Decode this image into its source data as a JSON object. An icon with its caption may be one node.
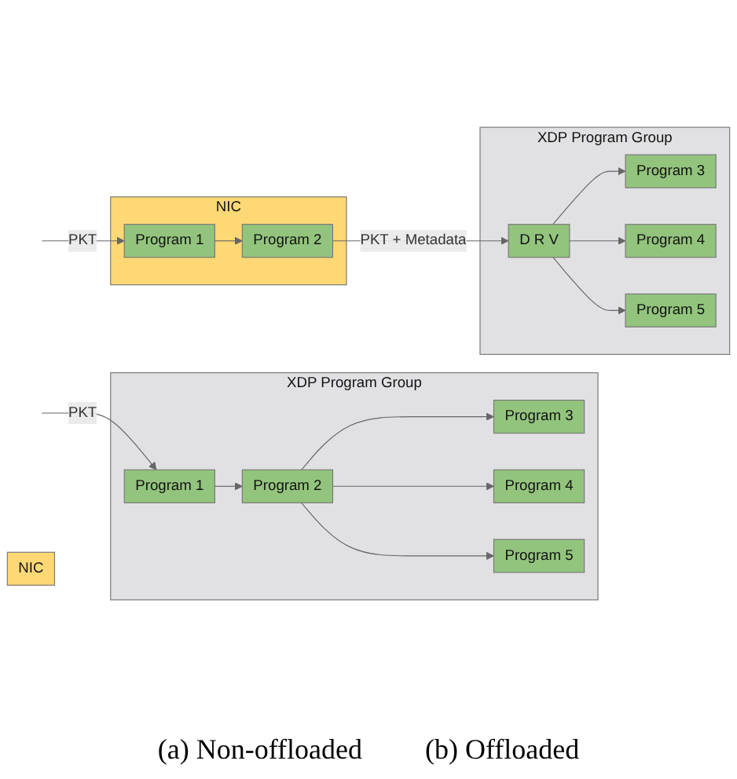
{
  "diagram": {
    "nodes": [
      {
        "text": [
          "NIC"
        ]
      },
      {
        "text": [
          "XDP Program Group"
        ]
      },
      {
        "text": [
          "Program 1"
        ],
        "in": 1
      },
      {
        "text": [
          "Program 2"
        ],
        "in": 1
      },
      {
        "text": [
          "Program 3"
        ],
        "in": 1
      },
      {
        "text": [
          "Program 4"
        ],
        "in": 1
      },
      {
        "text": [
          "Program 5"
        ],
        "in": 1
      },
      {
        "text": [
          "NIC"
        ]
      },
      {
        "text": [
          "Program 1"
        ],
        "in": 7
      },
      {
        "text": [
          "Program 2"
        ],
        "in": 7
      },
      {
        "text": [
          "XDP Program Group"
        ]
      },
      {
        "text": [
          "D R V"
        ],
        "in": 10
      },
      {
        "text": [
          "Program 3"
        ],
        "in": 10
      },
      {
        "text": [
          "Program 4"
        ],
        "in": 10
      },
      {
        "text": [
          "Program 5"
        ],
        "in": 10
      }
    ],
    "edges": [
      {
        "from": null,
        "to": 2,
        "arrow": "to",
        "label": "PKT"
      },
      {
        "from": 2,
        "to": 3,
        "arrow": "to"
      },
      {
        "from": 3,
        "to": 4,
        "arrow": "to"
      },
      {
        "from": 3,
        "to": 5,
        "arrow": "to"
      },
      {
        "from": 3,
        "to": 6,
        "arrow": "to"
      },
      {
        "from": null,
        "to": 8,
        "arrow": "to",
        "label": "PKT"
      },
      {
        "from": 8,
        "to": 9,
        "arrow": "to"
      },
      {
        "from": 9,
        "to": 11,
        "arrow": "to",
        "label": "PKT + Metadata"
      },
      {
        "from": 11,
        "to": 12,
        "arrow": "to"
      },
      {
        "from": 11,
        "to": 13,
        "arrow": "to"
      },
      {
        "from": 11,
        "to": 14,
        "arrow": "to"
      }
    ],
    "labels": [
      "(a) Non-offloaded",
      "(b) Offloaded"
    ]
  }
}
